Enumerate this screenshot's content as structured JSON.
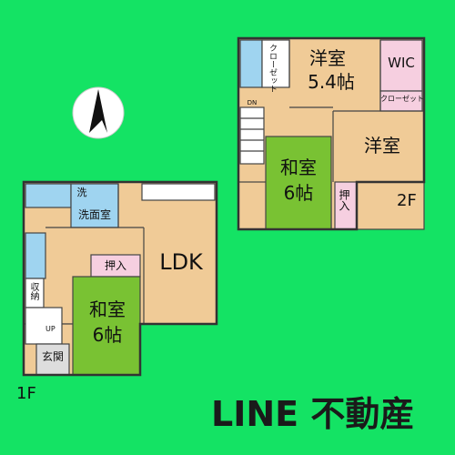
{
  "colors": {
    "background": "#14e364",
    "floor": "#f0cb97",
    "tatami": "#79c233",
    "wet": "#9fd4f0",
    "closet": "#f6cfe0",
    "wall": "#444444",
    "brand_text": "#1a1a1a"
  },
  "icons": {
    "north": "north-arrow-icon"
  },
  "floor1": {
    "level_label": "1F",
    "rooms": {
      "ldk": "LDK",
      "washroom_small": "洗",
      "washroom": "洗面室",
      "storage": "収納",
      "oshiire": "押入",
      "washitsu_name": "和室",
      "washitsu_size": "6帖",
      "genkan": "玄関",
      "stair_up": "UP"
    }
  },
  "floor2": {
    "level_label": "2F",
    "rooms": {
      "yoshitsu_a_name": "洋室",
      "yoshitsu_a_size": "5.4帖",
      "wic": "WIC",
      "closet_h": "クローゼット",
      "closet_v": "クローゼット",
      "yoshitsu_b": "洋室",
      "washitsu_name": "和室",
      "washitsu_size": "6帖",
      "oshiire": "押入",
      "stair_dn": "DN"
    }
  },
  "brand": "LINE 不動産"
}
